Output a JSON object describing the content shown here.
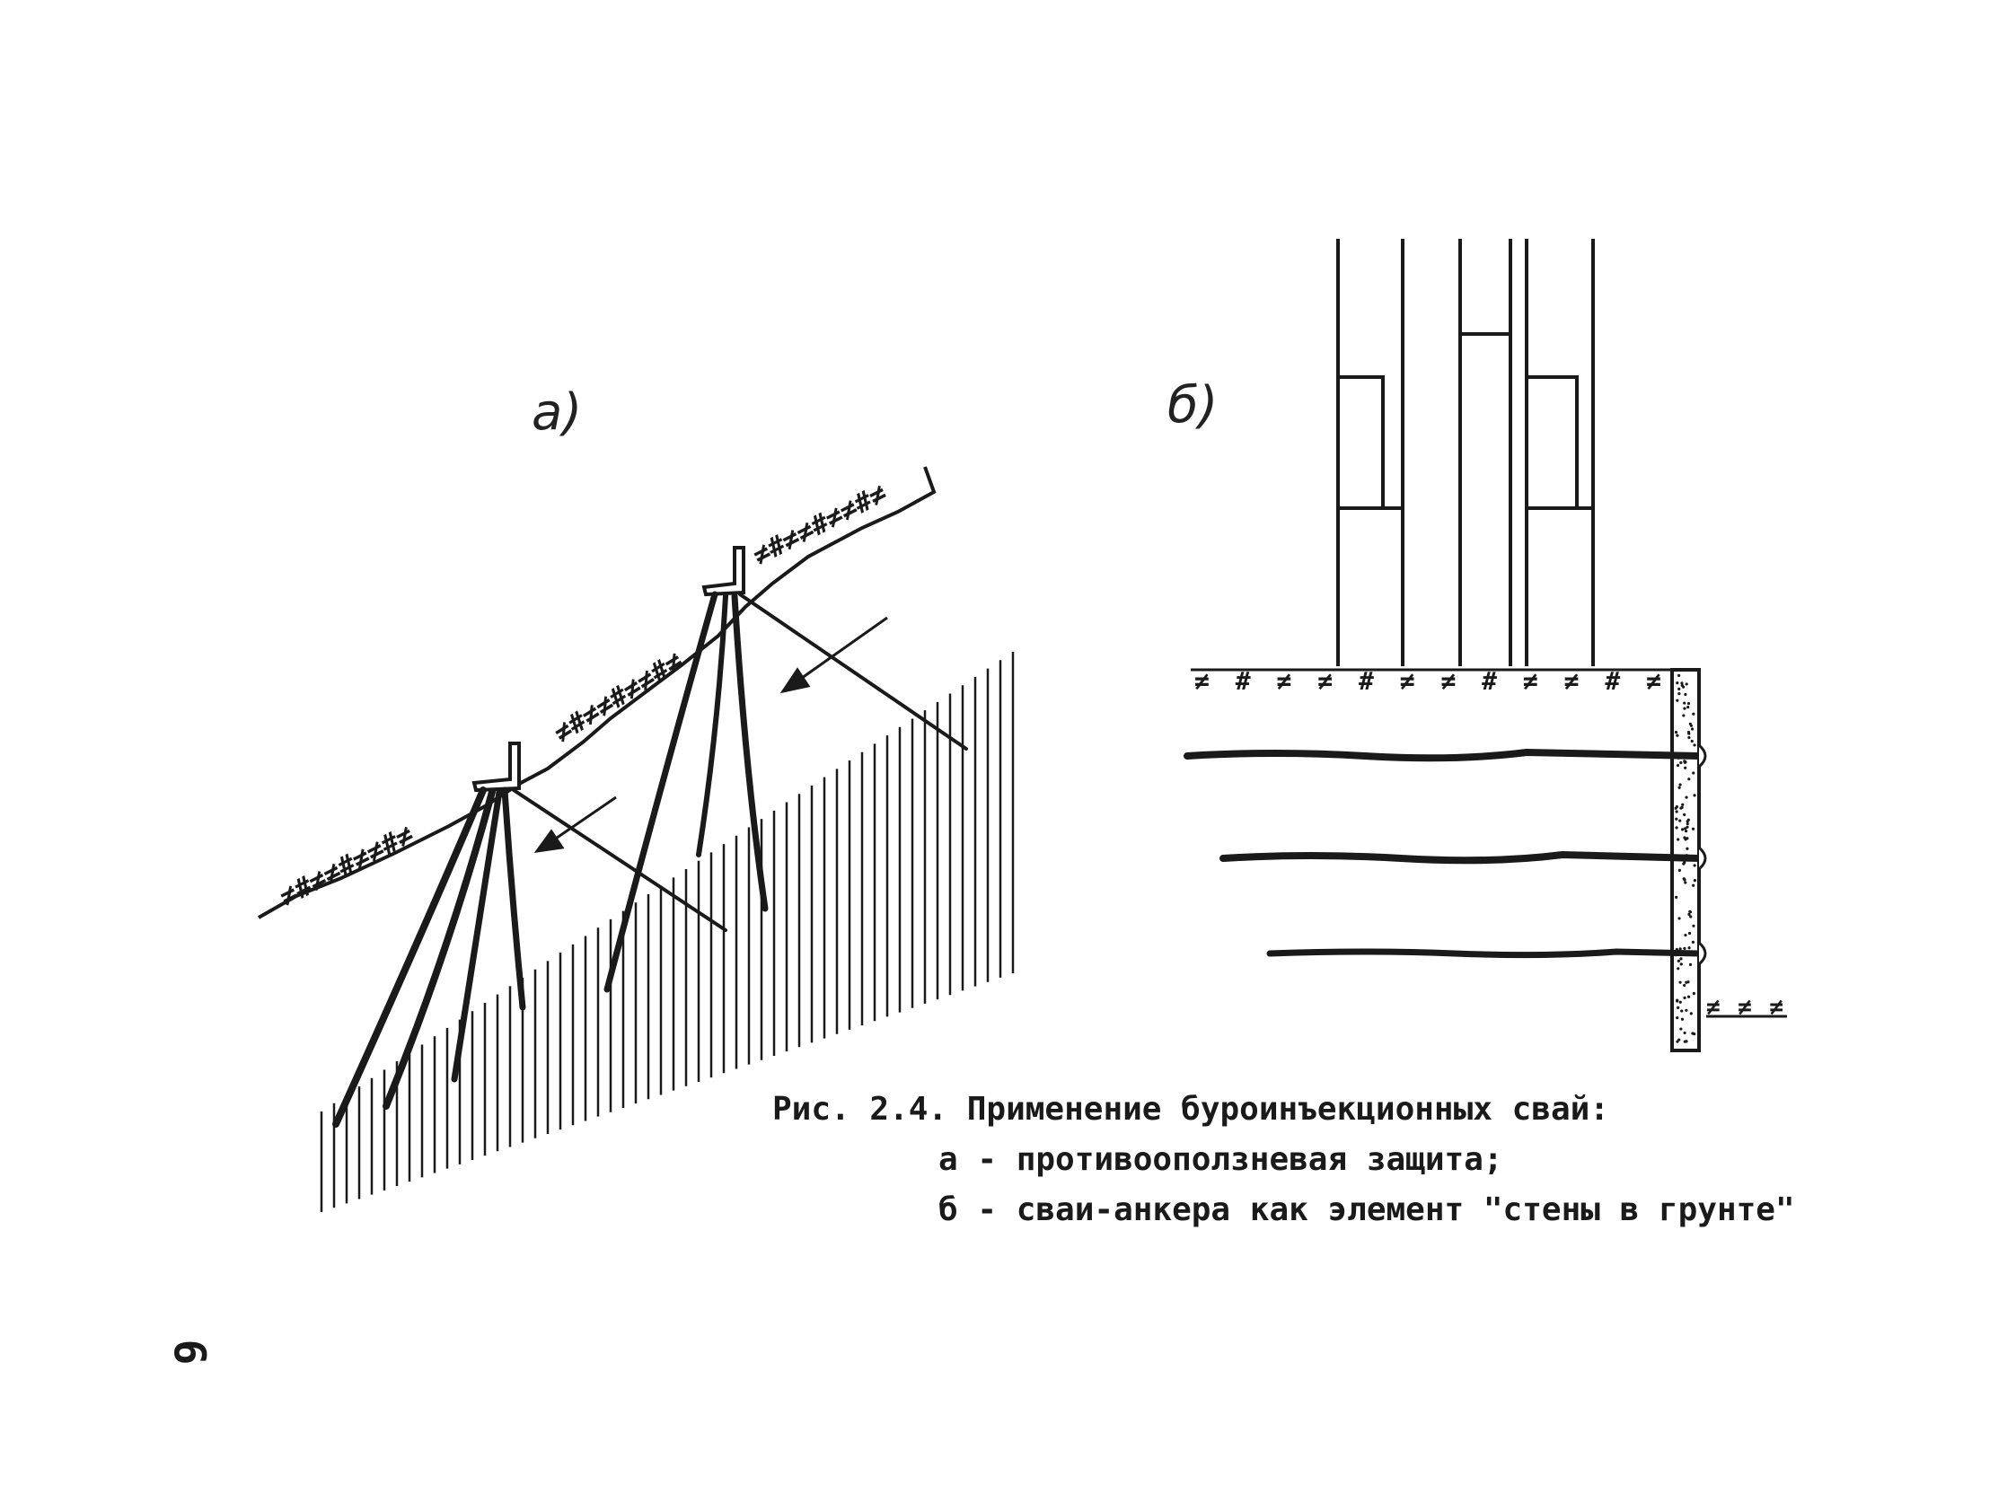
{
  "figure": {
    "panel_a_label": "a)",
    "panel_b_label": "б)",
    "ground_hatch_slope": "≠#≠≠#≠≠#≠",
    "ground_hatch_flat": "≠#≠≠#≠≠#≠≠#≠",
    "ground_hatch_small": "≠≠≠"
  },
  "caption": {
    "title": "Рис. 2.4. Применение буроинъекционных свай:",
    "item_a": "а - противооползневая защита;",
    "item_b": "б - сваи-анкера как элемент \"стены в грунте\""
  },
  "page_number": "6",
  "colors": {
    "ink": "#1a1a1a",
    "background": "#ffffff"
  }
}
